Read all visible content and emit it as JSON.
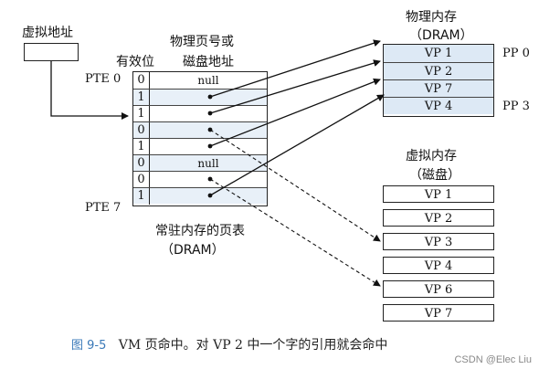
{
  "virtual_address_label": "虚拟地址",
  "page_table": {
    "header_valid": "有效位",
    "header_addr_line1": "物理页号或",
    "header_addr_line2": "磁盘地址",
    "pte_first_label": "PTE 0",
    "pte_last_label": "PTE 7",
    "caption_line1": "常驻内存的页表",
    "caption_line2": "（DRAM）",
    "rows": [
      {
        "valid": "0",
        "addr": "null"
      },
      {
        "valid": "1",
        "addr": ""
      },
      {
        "valid": "1",
        "addr": ""
      },
      {
        "valid": "0",
        "addr": ""
      },
      {
        "valid": "1",
        "addr": ""
      },
      {
        "valid": "0",
        "addr": "null"
      },
      {
        "valid": "0",
        "addr": ""
      },
      {
        "valid": "1",
        "addr": ""
      }
    ]
  },
  "physical_memory": {
    "title": "物理内存",
    "subtitle": "（DRAM）",
    "pages": [
      "VP 1",
      "VP 2",
      "VP 7",
      "VP 4"
    ],
    "pp_first": "PP 0",
    "pp_last": "PP 3"
  },
  "virtual_memory": {
    "title": "虚拟内存",
    "subtitle": "（磁盘）",
    "pages": [
      "VP 1",
      "VP 2",
      "VP 3",
      "VP 4",
      "VP 6",
      "VP 7"
    ]
  },
  "caption": {
    "figure_number": "图 9-5",
    "text": "VM 页命中。对 VP 2 中一个字的引用就会命中"
  },
  "watermark": "CSDN @Elec Liu"
}
